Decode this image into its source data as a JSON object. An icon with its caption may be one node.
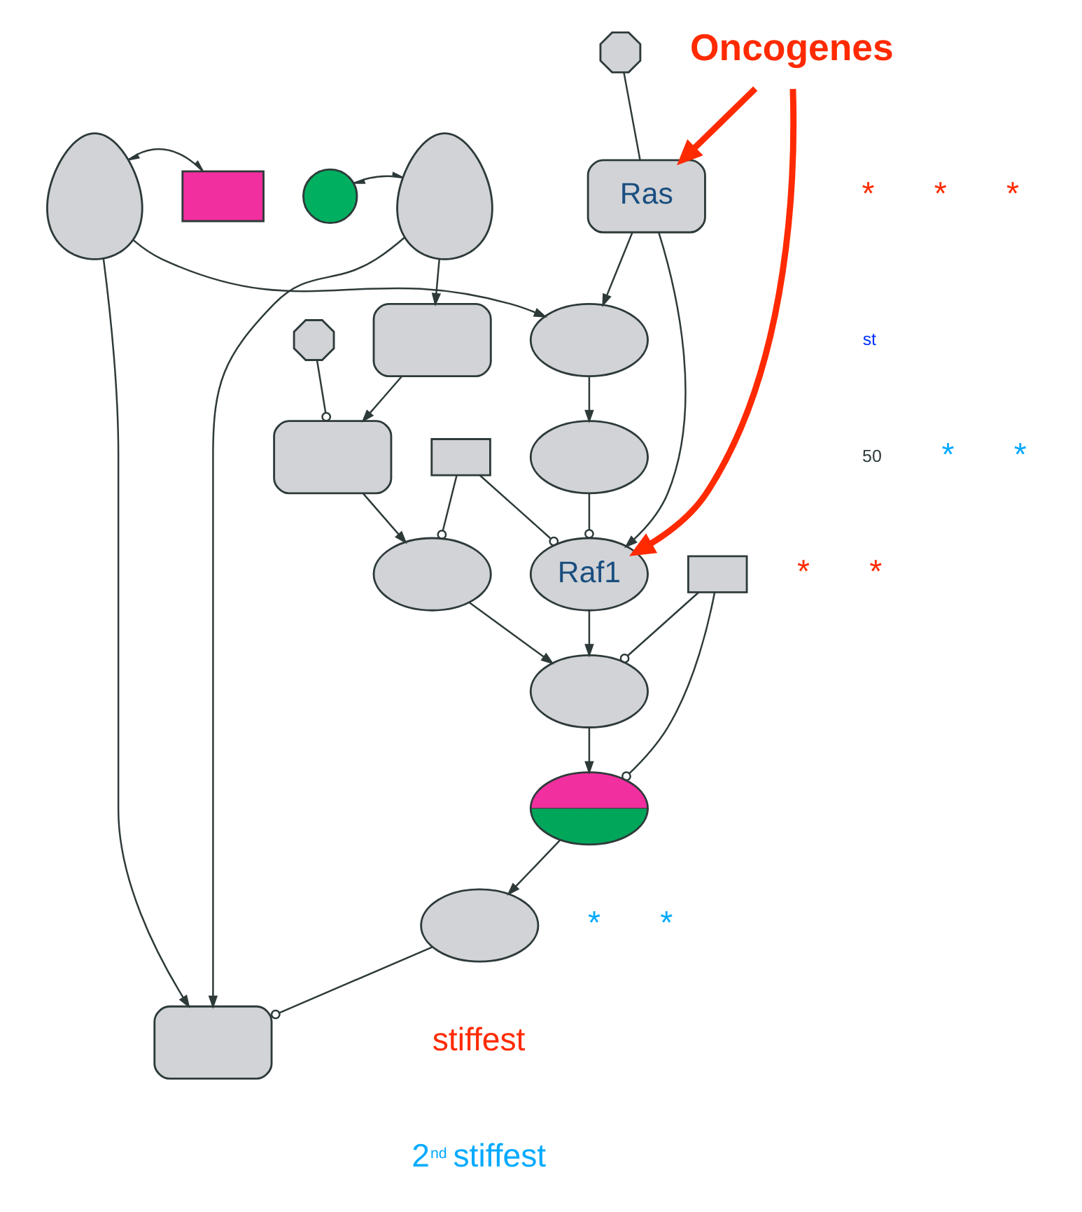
{
  "diagram": {
    "nodes": [
      {
        "text": [],
        "shape": "receptor"
      },
      {
        "text": [],
        "shape": "box"
      },
      {
        "text": [],
        "shape": "circle"
      },
      {
        "text": [],
        "shape": "receptor"
      },
      {
        "text": [],
        "shape": "box"
      },
      {
        "text": [
          "Oncogenes"
        ]
      },
      {
        "text": [],
        "shape": "box"
      },
      {
        "text": [
          "Ras"
        ]
      },
      {
        "text": [],
        "shape": "octagon"
      },
      {
        "text": [],
        "shape": "ellipse"
      },
      {
        "text": [],
        "shape": "box"
      },
      {
        "text": [],
        "shape": "octagon"
      },
      {
        "text": [],
        "shape": "ellipse"
      },
      {
        "text": [
          "Raf1"
        ]
      },
      {
        "text": [],
        "shape": "box"
      },
      {
        "text": [],
        "shape": "ellipse"
      },
      {
        "text": [],
        "shape": "ellipse"
      },
      {
        "text": [],
        "shape": "ellipse"
      },
      {
        "text": [],
        "shape": "box"
      },
      {
        "text": [],
        "shape": "ellipse"
      }
    ],
    "edges": [
      {
        "from": 0,
        "to": 1,
        "arrow": "both"
      },
      {
        "from": 2,
        "to": 3,
        "arrow": "both"
      },
      {
        "from": 0,
        "to": 4,
        "arrow": "to"
      },
      {
        "from": 3,
        "to": 4,
        "arrow": "to"
      },
      {
        "from": 3,
        "to": 6,
        "arrow": "to"
      },
      {
        "from": 17,
        "to": 4,
        "arrow": "other"
      },
      {
        "from": 0,
        "to": 9,
        "arrow": "to"
      },
      {
        "from": 7,
        "to": 9,
        "arrow": "to"
      },
      {
        "from": 5,
        "to": 7,
        "arrow": "to",
        "style": "thick",
        "color": "#ff2a00"
      },
      {
        "from": 5,
        "to": 13,
        "arrow": "to",
        "style": "thick",
        "color": "#ff2a00"
      },
      {
        "from": 8,
        "to": 7,
        "arrow": "none"
      },
      {
        "from": 6,
        "to": 10,
        "arrow": "to"
      },
      {
        "from": 11,
        "to": 10,
        "arrow": "other"
      },
      {
        "from": 9,
        "to": 12,
        "arrow": "to"
      },
      {
        "from": 7,
        "to": 13,
        "arrow": "to"
      },
      {
        "from": 12,
        "to": 13,
        "arrow": "other"
      },
      {
        "from": 14,
        "to": 13,
        "arrow": "other"
      },
      {
        "from": 14,
        "to": 15,
        "arrow": "other"
      },
      {
        "from": 10,
        "to": 15,
        "arrow": "to"
      },
      {
        "from": 15,
        "to": 16,
        "arrow": "to"
      },
      {
        "from": 13,
        "to": 16,
        "arrow": "to"
      },
      {
        "from": 18,
        "to": 16,
        "arrow": "other"
      },
      {
        "from": 16,
        "to": 19,
        "arrow": "to"
      },
      {
        "from": 18,
        "to": 19,
        "arrow": "other"
      },
      {
        "from": 19,
        "to": 17,
        "arrow": "to"
      }
    ],
    "labels": [
      "st",
      "50",
      "*",
      "*",
      "*",
      "*",
      "*",
      "*",
      "*",
      "*",
      "*",
      "stiffest",
      "2$^{nd}$ stiffest"
    ]
  }
}
